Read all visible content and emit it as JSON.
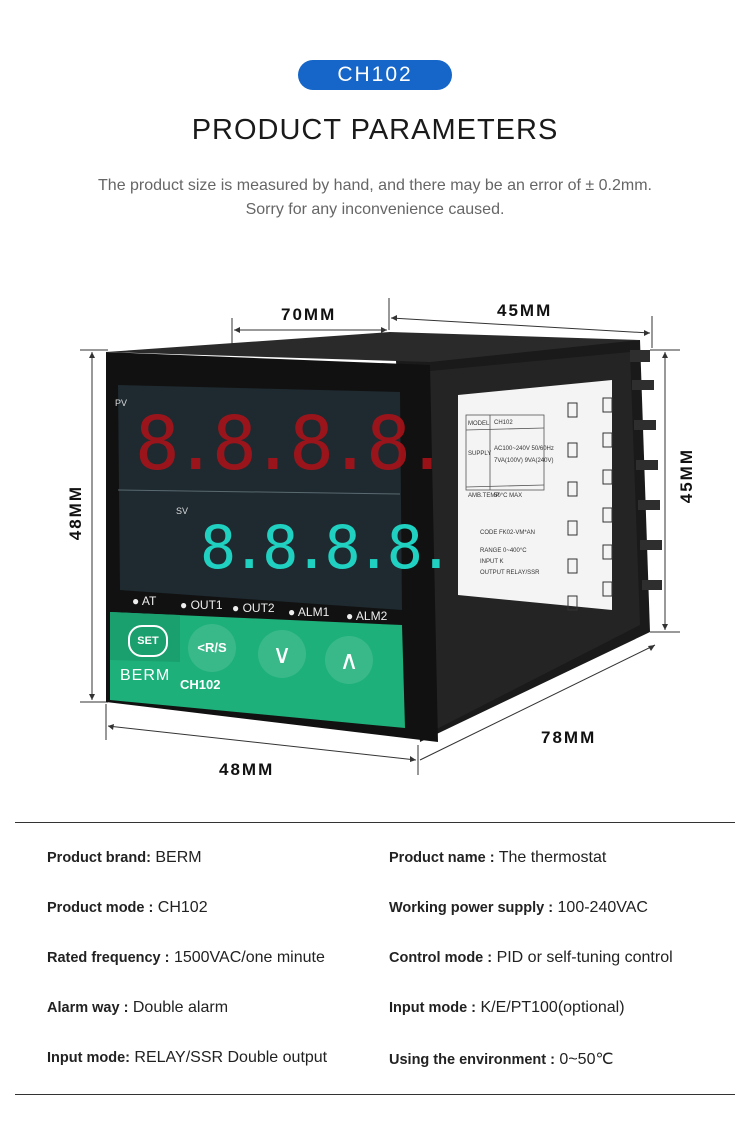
{
  "header": {
    "model_badge": "CH102",
    "title": "PRODUCT PARAMETERS",
    "note_line1": "The product size is measured by hand, and there may be an error of ± 0.2mm.",
    "note_line2": "Sorry for any inconvenience caused."
  },
  "dimensions": {
    "top_left": "70MM",
    "top_right": "45MM",
    "left": "48MM",
    "right": "45MM",
    "bottom": "48MM",
    "depth": "78MM"
  },
  "device": {
    "pv_label": "PV",
    "sv_label": "SV",
    "indicators": [
      "AT",
      "OUT1",
      "OUT2",
      "ALM1",
      "ALM2"
    ],
    "set_key": "SET",
    "rs_key": "R/S",
    "brand": "BERM",
    "model": "CH102",
    "colors": {
      "pv_digits": "#b01218",
      "sv_digits": "#20d0c0",
      "panel": "#1eb07a",
      "body": "#151515"
    }
  },
  "parameters": {
    "left": [
      {
        "key": "Product brand:",
        "value": "BERM"
      },
      {
        "key": "Product mode :",
        "value": "CH102"
      },
      {
        "key": "Rated frequency :",
        "value": "1500VAC/one minute"
      },
      {
        "key": "Alarm way :",
        "value": "Double alarm"
      },
      {
        "key": "Input mode:",
        "value": "RELAY/SSR Double output"
      }
    ],
    "right": [
      {
        "key": "Product name :",
        "value": "The thermostat"
      },
      {
        "key": "Working power supply :",
        "value": "100-240VAC"
      },
      {
        "key": "Control mode :",
        "value": "PID or self-tuning control"
      },
      {
        "key": "Input mode :",
        "value": "K/E/PT100(optional)"
      },
      {
        "key": "Using the environment :",
        "value": "0~50℃"
      }
    ]
  }
}
